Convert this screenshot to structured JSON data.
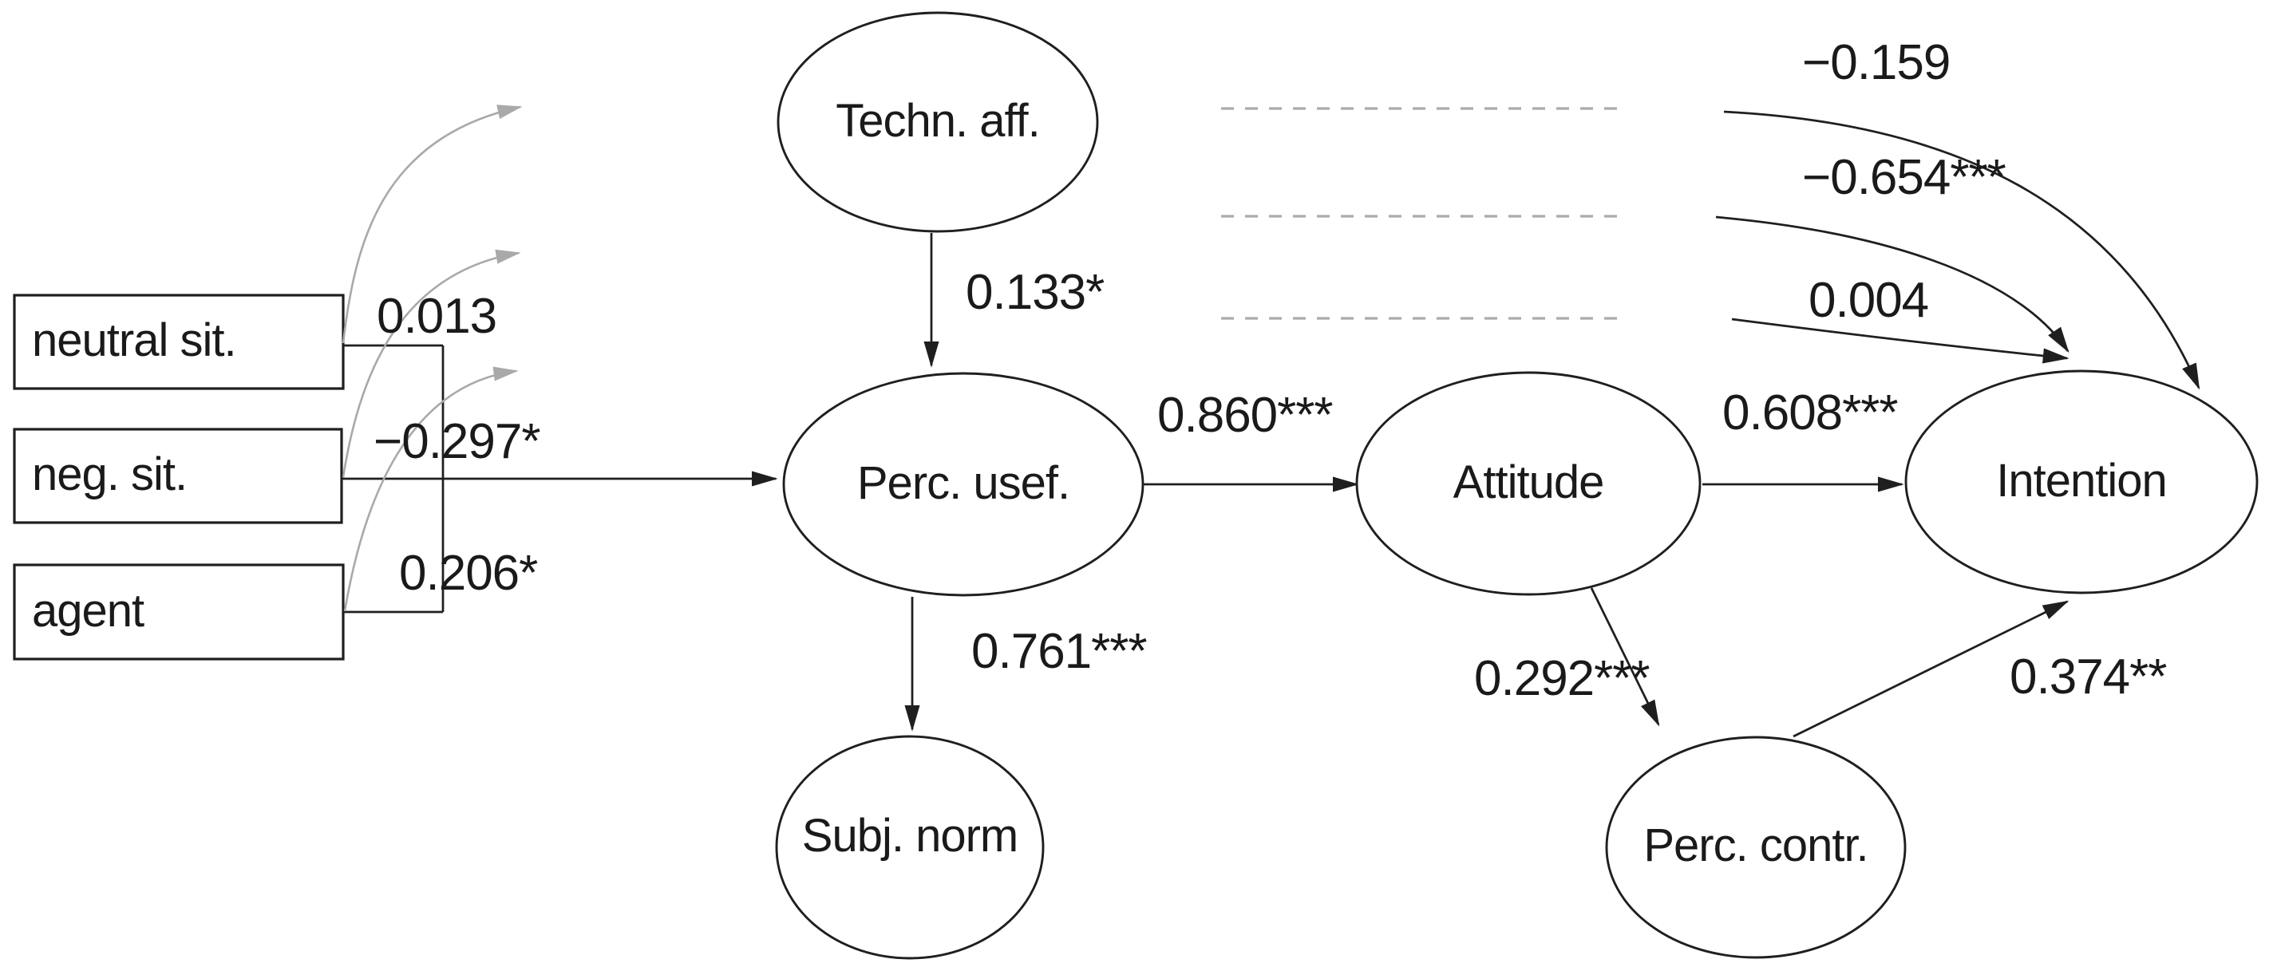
{
  "observed": {
    "neutral_sit": {
      "label": "neutral sit."
    },
    "neg_sit": {
      "label": "neg. sit."
    },
    "agent": {
      "label": "agent"
    }
  },
  "nodes": {
    "techn_aff": {
      "label": "Techn. aff."
    },
    "perc_usef": {
      "label": "Perc. usef."
    },
    "subj_norm": {
      "label": "Subj. norm"
    },
    "attitude": {
      "label": "Attitude"
    },
    "intention": {
      "label": "Intention"
    },
    "perc_contr": {
      "label": "Perc. contr."
    }
  },
  "paths": {
    "neutral_sit_to_perc_usef": "0.013",
    "neg_sit_to_perc_usef": "−0.297*",
    "agent_to_perc_usef": "0.206*",
    "techn_aff_to_perc_usef": "0.133*",
    "perc_usef_to_attitude": "0.860***",
    "perc_usef_to_subj_norm": "0.761***",
    "attitude_to_intention": "0.608***",
    "attitude_to_perc_contr": "0.292***",
    "perc_contr_to_intention": "0.374**",
    "neutral_sit_to_intention": "−0.159",
    "neg_sit_to_intention": "−0.654***",
    "agent_to_intention": "0.004"
  },
  "colors": {
    "line_black": "#1f1f1f",
    "gray_arrow": "#a9a9a9",
    "dashed_gray": "#ababab",
    "node_fill": "#ffffff",
    "background": "#ffffff"
  }
}
